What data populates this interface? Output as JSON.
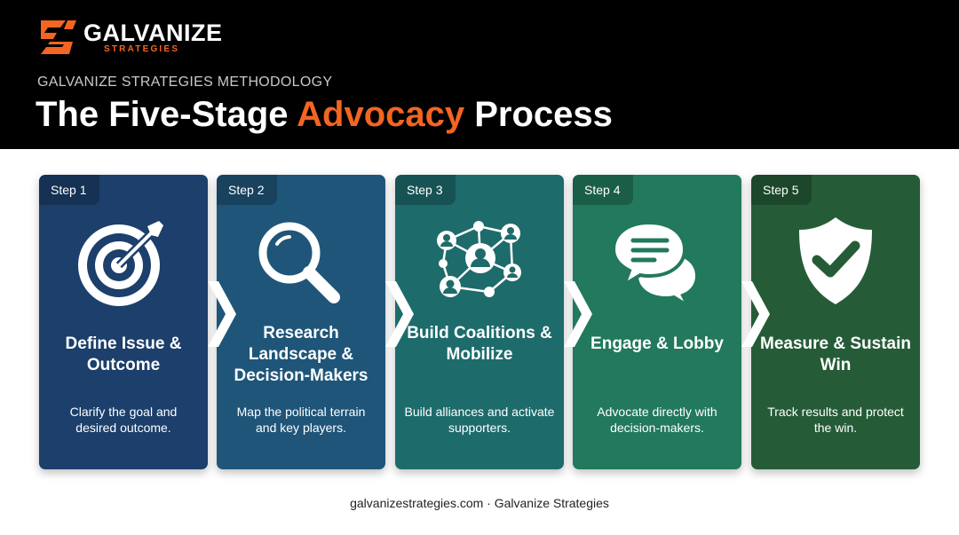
{
  "brand": {
    "name": "GALVANIZE",
    "sub": "STRATEGIES",
    "accent_color": "#f26522"
  },
  "header": {
    "kicker": "GALVANIZE STRATEGIES METHODOLOGY",
    "title_pre": "The Five-Stage ",
    "title_accent": "Advocacy",
    "title_post": " Process"
  },
  "steps": [
    {
      "badge": "Step 1",
      "title": "Define Issue & Outcome",
      "description": "Clarify the goal and desired outcome.",
      "icon": "target-icon",
      "color": "#1c3f6b"
    },
    {
      "badge": "Step 2",
      "title": "Research Landscape & Decision-Makers",
      "description": "Map the political terrain and key players.",
      "icon": "magnifier-icon",
      "color": "#1f5579"
    },
    {
      "badge": "Step 3",
      "title": "Build Coalitions & Mobilize",
      "description": "Build alliances and activate supporters.",
      "icon": "network-icon",
      "color": "#1e6b6c"
    },
    {
      "badge": "Step 4",
      "title": "Engage & Lobby",
      "description": "Advocate directly with decision-makers.",
      "icon": "chat-icon",
      "color": "#22795d"
    },
    {
      "badge": "Step 5",
      "title": "Measure & Sustain Win",
      "description": "Track results and protect the win.",
      "icon": "shield-check-icon",
      "color": "#255c37"
    }
  ],
  "footer": {
    "text": "galvanizestrategies.com · Galvanize Strategies"
  }
}
